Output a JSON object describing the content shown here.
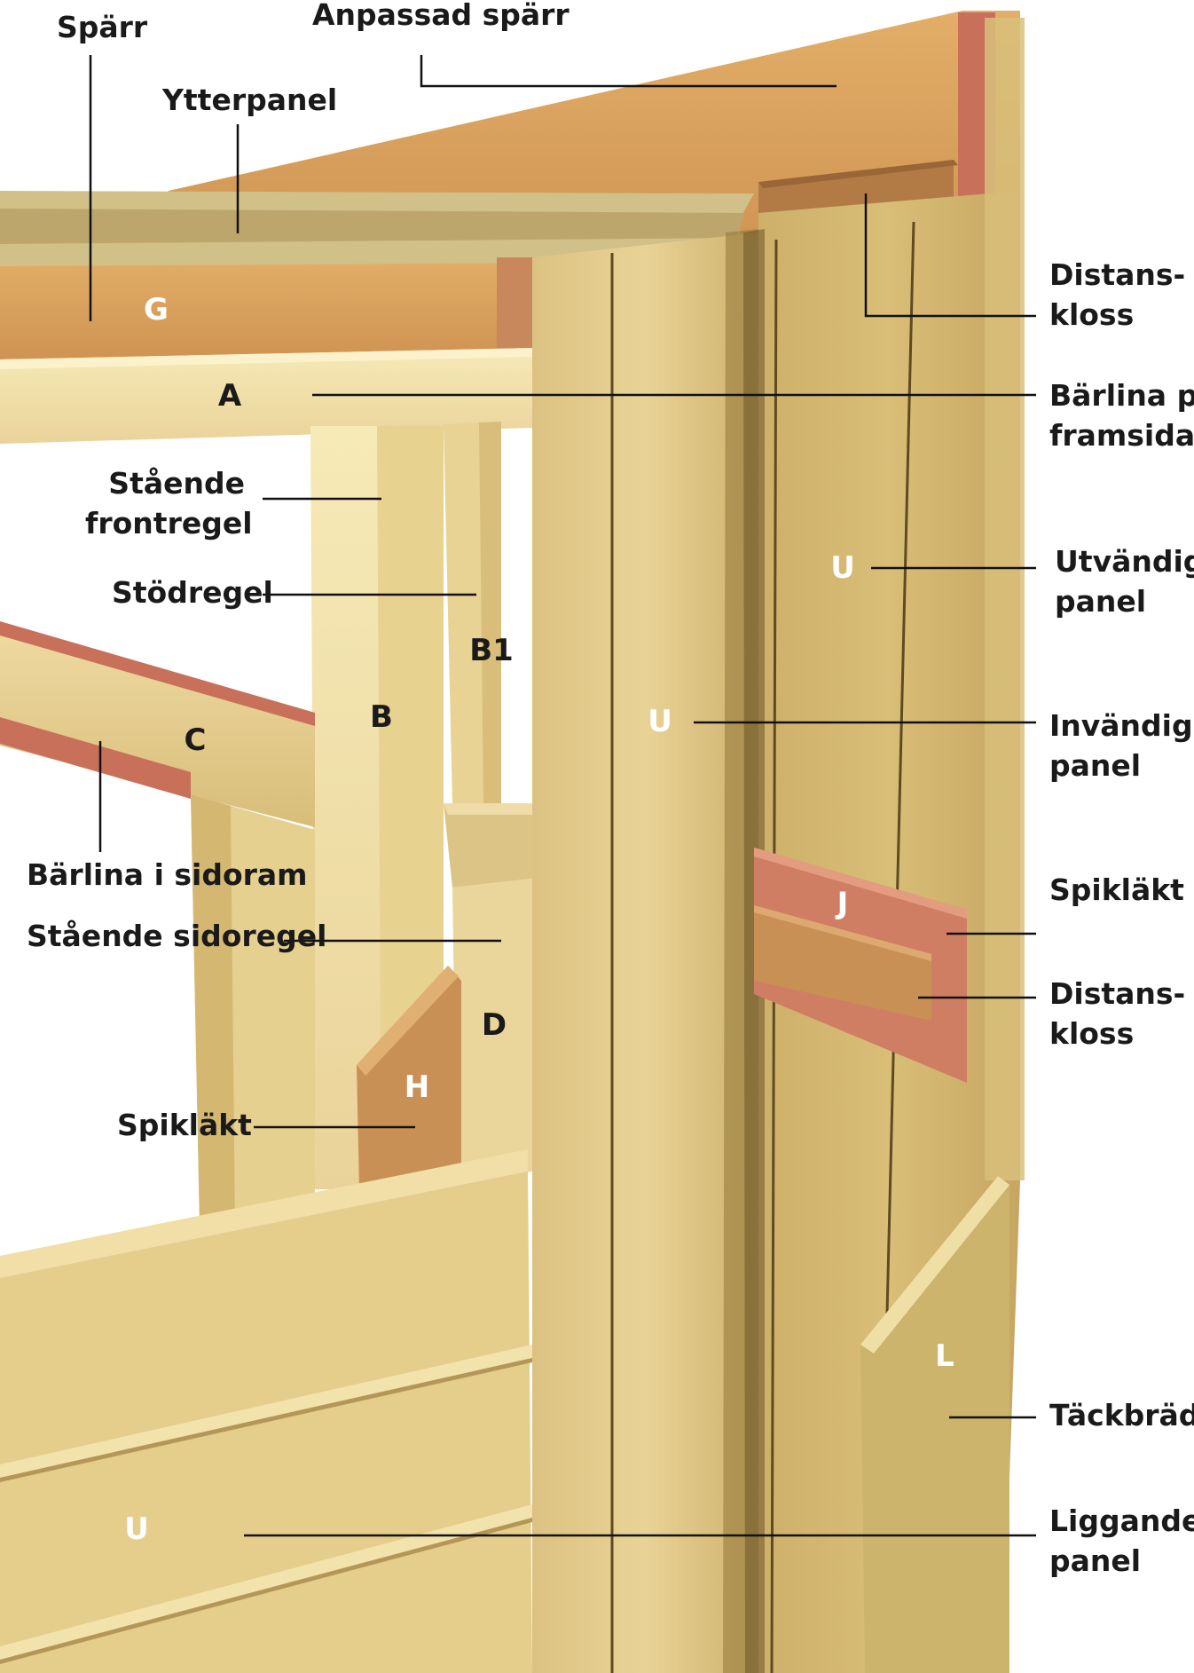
{
  "labels": {
    "sparr": "Spärr",
    "anpassad_sparr": "Anpassad spärr",
    "ytterpanel": "Ytterpanel",
    "distanskloss_top": [
      "Distans-",
      "kloss"
    ],
    "barlina_framsidan": [
      "Bärlina på",
      "framsidan"
    ],
    "staende_frontregel": [
      "Stående",
      "frontregel"
    ],
    "stodregel": "Stödregel",
    "utvandig_panel": [
      "Utvändig",
      "panel"
    ],
    "invandig_panel": [
      "Invändig",
      "panel"
    ],
    "barlina_sidoram": "Bärlina i sidoram",
    "spiklakt_right": "Spikläkt",
    "staende_sidoregel": "Stående sidoregel",
    "distanskloss_mid": [
      "Distans-",
      "kloss"
    ],
    "spiklakt_left": "Spikläkt",
    "tackbrada": "Täckbräda",
    "liggande_panel": [
      "Liggande",
      "panel"
    ]
  },
  "letters": {
    "G": "G",
    "A": "A",
    "B1": "B1",
    "B": "B",
    "C": "C",
    "U_upper": "U",
    "U_mid": "U",
    "J": "J",
    "D": "D",
    "H": "H",
    "L": "L",
    "U_bottom": "U"
  },
  "colors": {
    "pine_light": "#f3e3a4",
    "pine_mid": "#e2c77e",
    "pine_panel": "#cfb06c",
    "orange_beam": "#d9a05a",
    "red_edge": "#c8705a",
    "leader_line": "#111111",
    "label_text": "#1a1a1a",
    "letter_light": "#ffffff"
  }
}
